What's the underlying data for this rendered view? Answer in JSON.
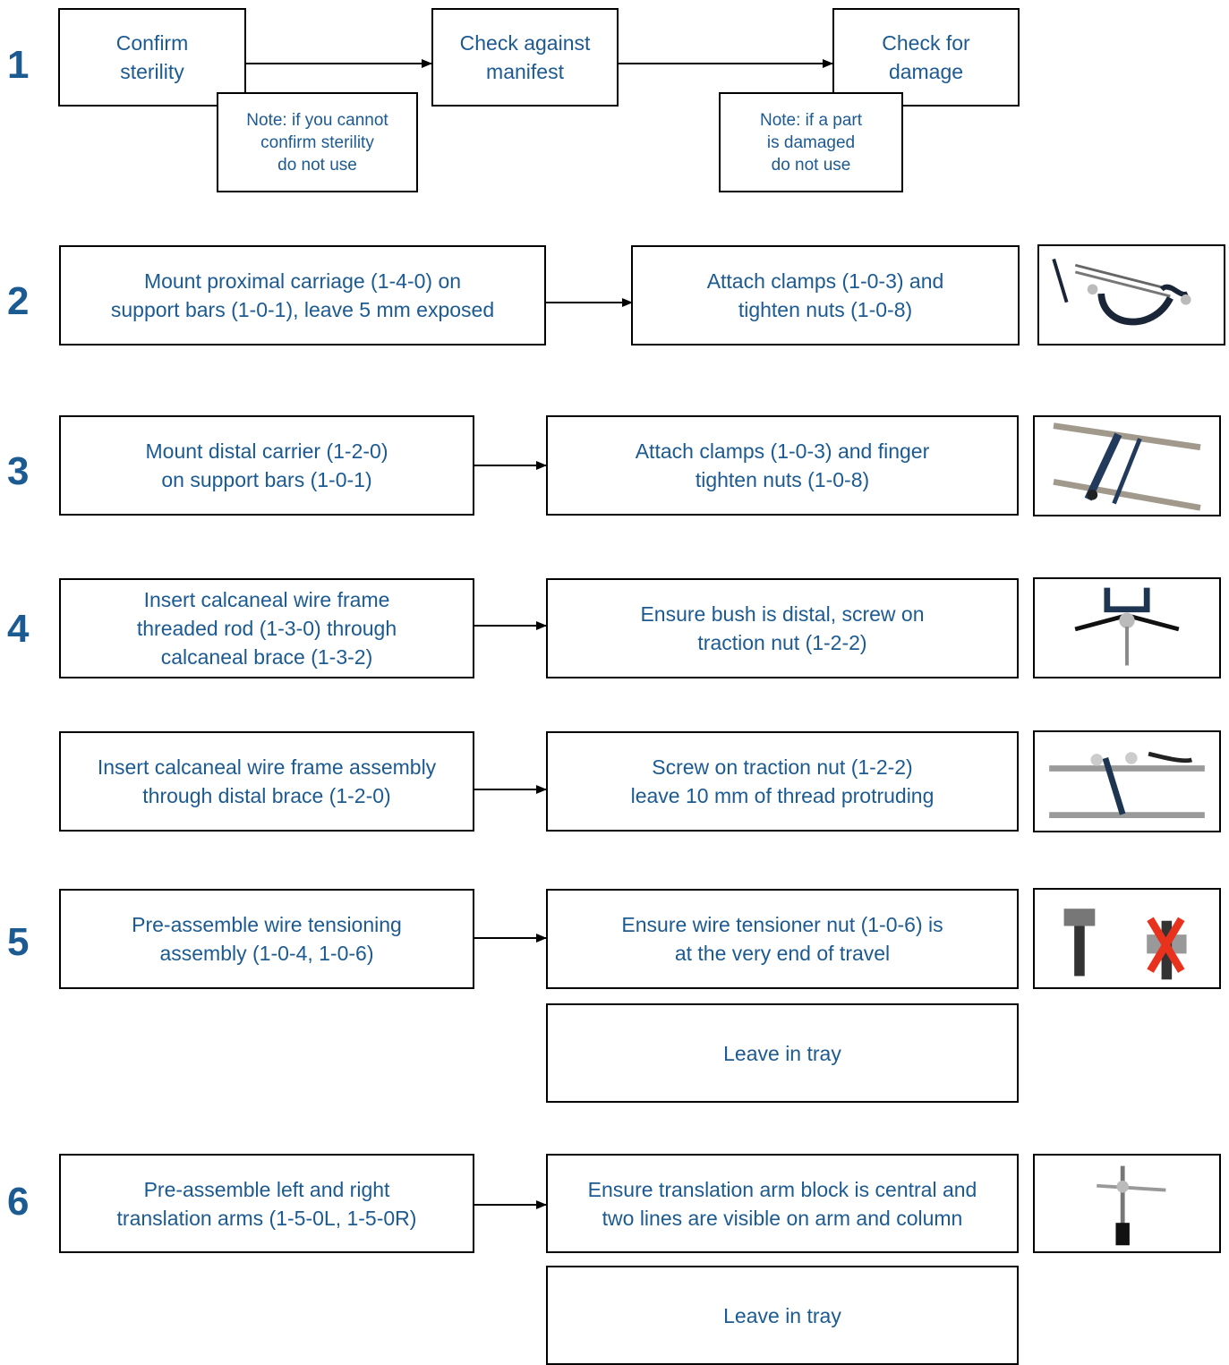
{
  "steps": [
    {
      "number": "1",
      "boxes": {
        "confirm": "Confirm\nsterility",
        "manifest": "Check against\nmanifest",
        "damage": "Check for\ndamage"
      },
      "notes": {
        "sterility": "Note: if you cannot\nconfirm sterility\ndo not use",
        "damaged": "Note: if a part\nis damaged\ndo not use"
      }
    },
    {
      "number": "2",
      "boxes": {
        "left": "Mount proximal carriage (1-4-0) on\nsupport bars (1-0-1), leave 5 mm exposed",
        "right": "Attach clamps (1-0-3) and\ntighten nuts (1-0-8)"
      }
    },
    {
      "number": "3",
      "boxes": {
        "left": "Mount distal carrier (1-2-0)\non support bars (1-0-1)",
        "right": "Attach clamps (1-0-3) and finger\ntighten nuts (1-0-8)"
      }
    },
    {
      "number": "4",
      "boxes": {
        "left": "Insert calcaneal wire frame\nthreaded rod (1-3-0) through\ncalcaneal brace (1-3-2)",
        "right": "Ensure bush is distal, screw on\ntraction nut (1-2-2)",
        "left2": "Insert calcaneal wire frame assembly\nthrough distal brace (1-2-0)",
        "right2": "Screw on traction nut (1-2-2)\nleave 10 mm of thread protruding"
      }
    },
    {
      "number": "5",
      "boxes": {
        "left": "Pre-assemble wire tensioning\nassembly (1-0-4, 1-0-6)",
        "right": "Ensure wire tensioner nut (1-0-6) is\nat the very end of travel",
        "tray": "Leave in tray"
      }
    },
    {
      "number": "6",
      "boxes": {
        "left": "Pre-assemble left and right\ntranslation arms (1-5-0L, 1-5-0R)",
        "right": "Ensure translation arm block is central and\ntwo lines are visible on arm and column",
        "tray": "Leave in tray"
      }
    }
  ],
  "colors": {
    "text": "#1c5a92",
    "border": "#000000",
    "cross": "#e8321e"
  }
}
